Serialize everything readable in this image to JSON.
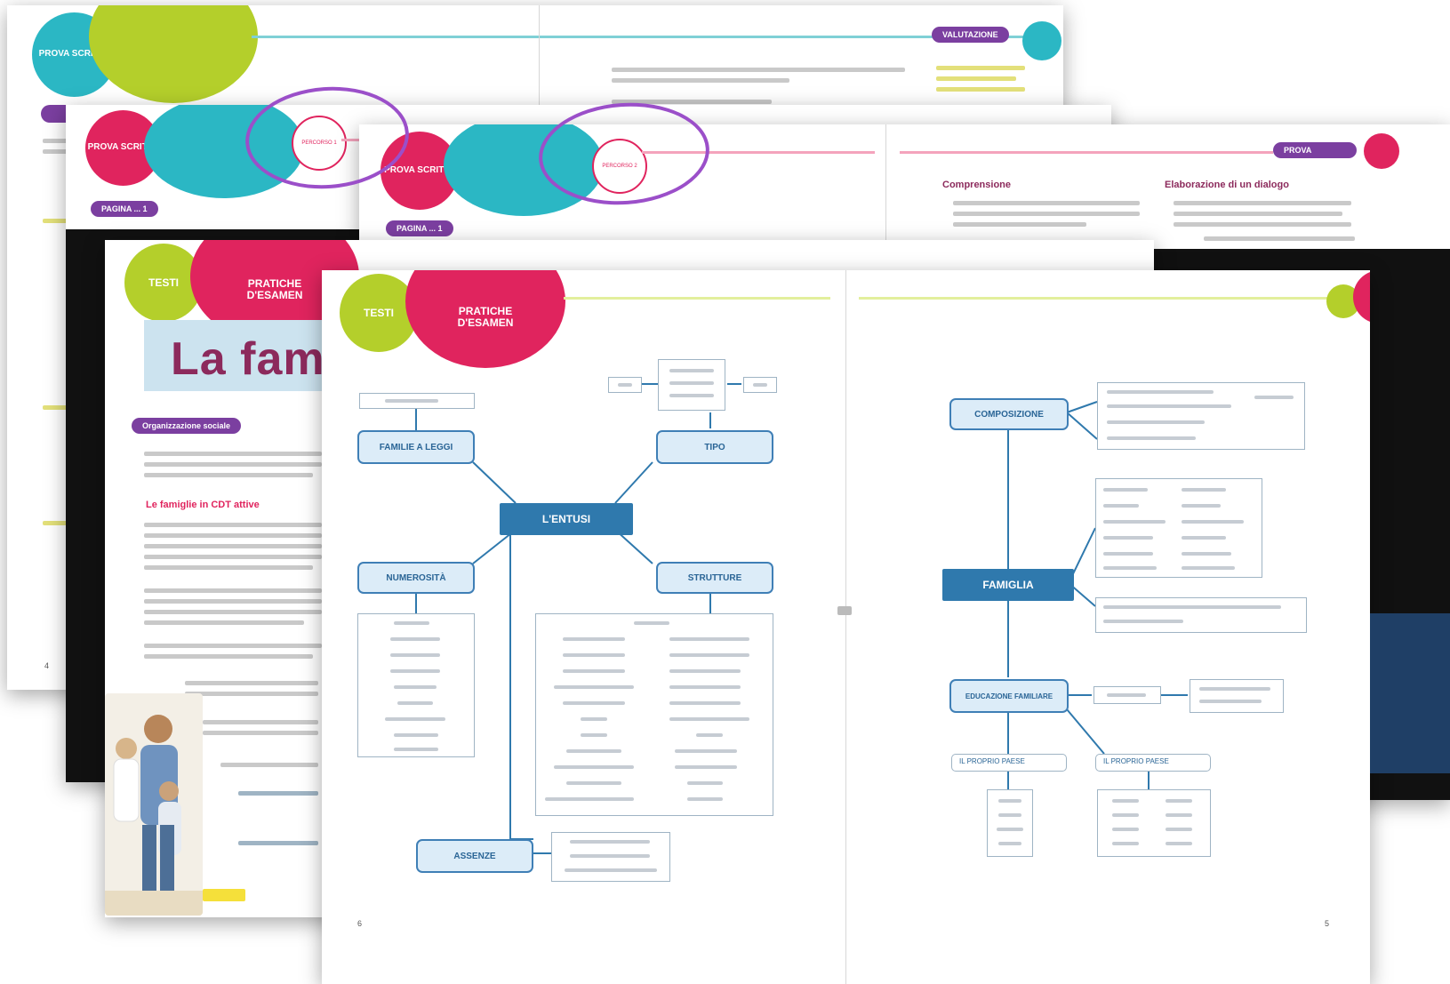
{
  "spreads": {
    "s1": {
      "tag": "PROVA SCRITTA",
      "badge": "VALUTAZIONE",
      "banner": "",
      "page": "4"
    },
    "s2": {
      "tag": "PROVA SCRITTA",
      "badge": "PERCORSO 1",
      "banner": "PAGINA ... 1"
    },
    "s3": {
      "tag": "PROVA SCRITTA",
      "badge": "PERCORSO 2",
      "banner": "PAGINA ... 1",
      "right_banner": "PROVA",
      "col_left": "Comprensione",
      "col_right": "Elaborazione di un dialogo"
    },
    "s4": {
      "tag": "TESTI",
      "section": "PRATICHE D'ESAMEN",
      "big_title": "La fam",
      "banner": "Organizzazione sociale",
      "subhead": "Le famiglie in CDT attive"
    },
    "s5": {
      "tag": "TESTI",
      "section": "PRATICHE D'ESAMEN",
      "page_left": "6",
      "page_right": "5"
    }
  },
  "mindmap_left": {
    "center": "L'ENTUSI",
    "nodes": [
      "FAMILIE A LEGGI",
      "TIPO",
      "NUMEROSITÀ",
      "STRUTTURE",
      "ASSENZE"
    ]
  },
  "mindmap_right": {
    "center": "FAMIGLIA",
    "nodes": [
      "COMPOSIZIONE",
      "EDUCAZIONE FAMILIARE"
    ],
    "sub_left": "IL PROPRIO PAESE",
    "sub_right": "IL PROPRIO PAESE"
  },
  "colors": {
    "teal": "#2bb7c4",
    "lime": "#b4cf2b",
    "magenta": "#e0245e",
    "purple": "#7b3fa0",
    "highlight": "#9b4fc9",
    "node": "#2f79ad"
  }
}
